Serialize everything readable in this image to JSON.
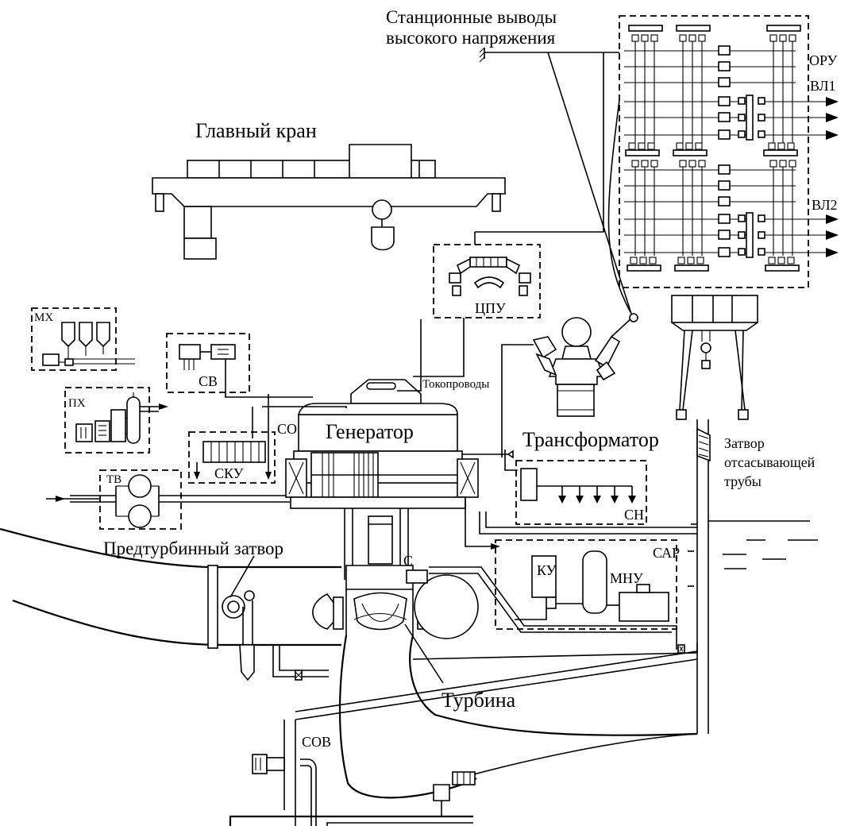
{
  "labels": {
    "hv_outputs_line1": "Станционные выводы",
    "hv_outputs_line2": "высокого напряжения",
    "oru": "ОРУ",
    "vl1": "ВЛ1",
    "vl2": "ВЛ2",
    "main_crane": "Главный кран",
    "cpu": "ЦПУ",
    "mx": "МХ",
    "cv": "СВ",
    "px": "ПХ",
    "current_leads": "Токопроводы",
    "so": "СО",
    "generator": "Генератор",
    "transformer": "Трансформатор",
    "gate_line1": "Затвор",
    "gate_line2": "отсасывающей",
    "gate_line3": "трубы",
    "sku": "СКУ",
    "tv": "ТВ",
    "sn": "СН",
    "sar": "САР",
    "pre_turbine_gate": "Предтурбинный затвор",
    "c": "С",
    "ku": "КУ",
    "mnu": "МНУ",
    "turbine": "Турбина",
    "sov": "СОВ"
  }
}
